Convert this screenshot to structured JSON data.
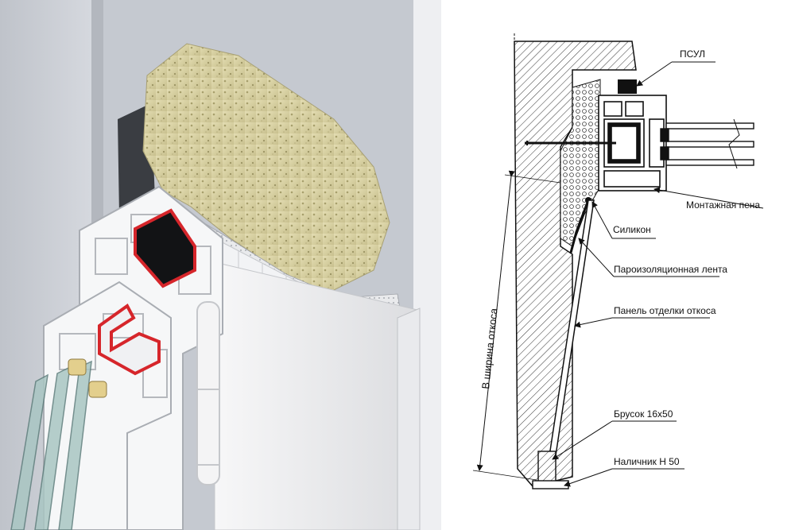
{
  "labels": {
    "psul": "ПСУЛ",
    "foam": "Монтажная пена",
    "silicone": "Силикон",
    "vapor_tape": "Пароизоляционная лента",
    "reveal_panel": "Панель отделки откоса",
    "bar": "Брусок 16х50",
    "casing": "Наличник Н 50",
    "reveal_width": "В ширина откоса"
  },
  "colors": {
    "wall": "#c9ccd3",
    "insulation": "#d9d3a6",
    "pvc": "#f4f5f6",
    "reinforcement": "#d6262b",
    "ink": "#111111"
  }
}
